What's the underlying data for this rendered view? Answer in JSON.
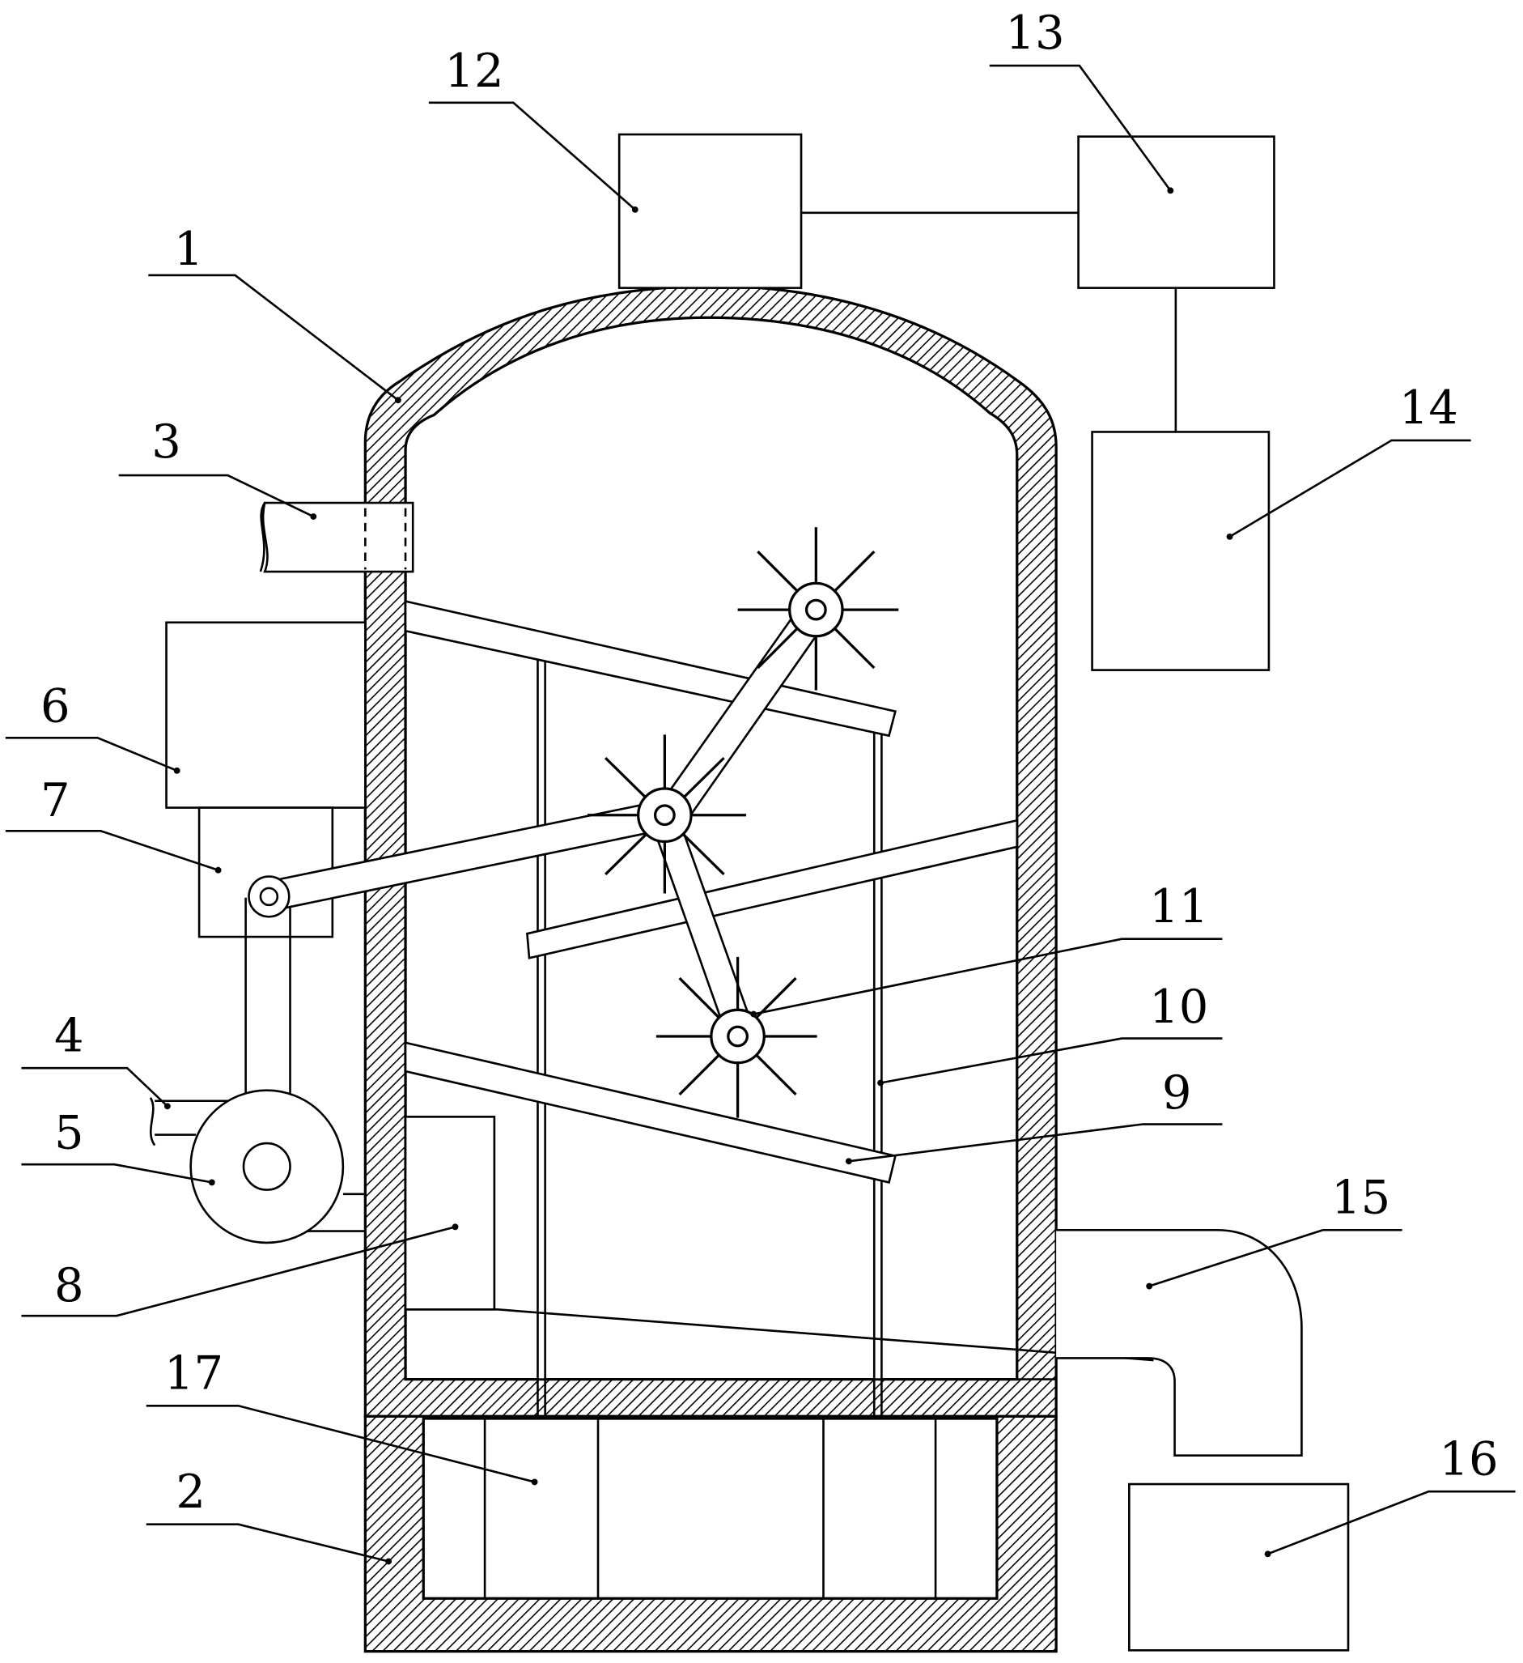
{
  "diagram": {
    "labels": {
      "1": "1",
      "2": "2",
      "3": "3",
      "4": "4",
      "5": "5",
      "6": "6",
      "7": "7",
      "8": "8",
      "9": "9",
      "10": "10",
      "11": "11",
      "12": "12",
      "13": "13",
      "14": "14",
      "15": "15",
      "16": "16",
      "17": "17"
    },
    "colors": {
      "line": "#000000",
      "background": "#ffffff"
    }
  }
}
